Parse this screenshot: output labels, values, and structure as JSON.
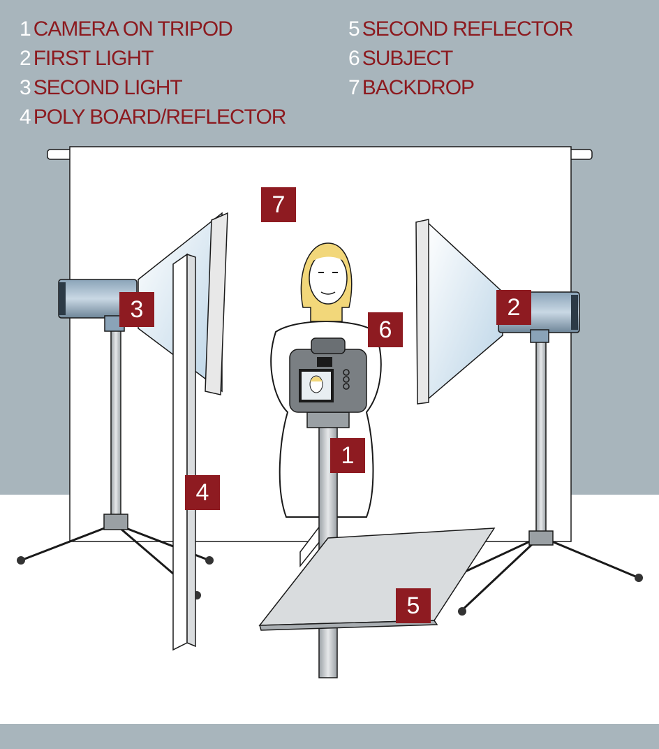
{
  "legend": [
    {
      "num": "1",
      "text": "CAMERA ON TRIPOD"
    },
    {
      "num": "2",
      "text": "FIRST LIGHT"
    },
    {
      "num": "3",
      "text": "SECOND LIGHT"
    },
    {
      "num": "4",
      "text": "POLY BOARD/REFLECTOR"
    },
    {
      "num": "5",
      "text": "SECOND REFLECTOR"
    },
    {
      "num": "6",
      "text": "SUBJECT"
    },
    {
      "num": "7",
      "text": "BACKDROP"
    }
  ],
  "markers": [
    "1",
    "2",
    "3",
    "4",
    "5",
    "6",
    "7"
  ],
  "colors": {
    "background": "#a8b5bc",
    "floor": "#ffffff",
    "accent": "#8e1b21",
    "legend_text": "#8c1a1f",
    "legend_number": "#ffffff",
    "outline": "#1a1a1a"
  }
}
